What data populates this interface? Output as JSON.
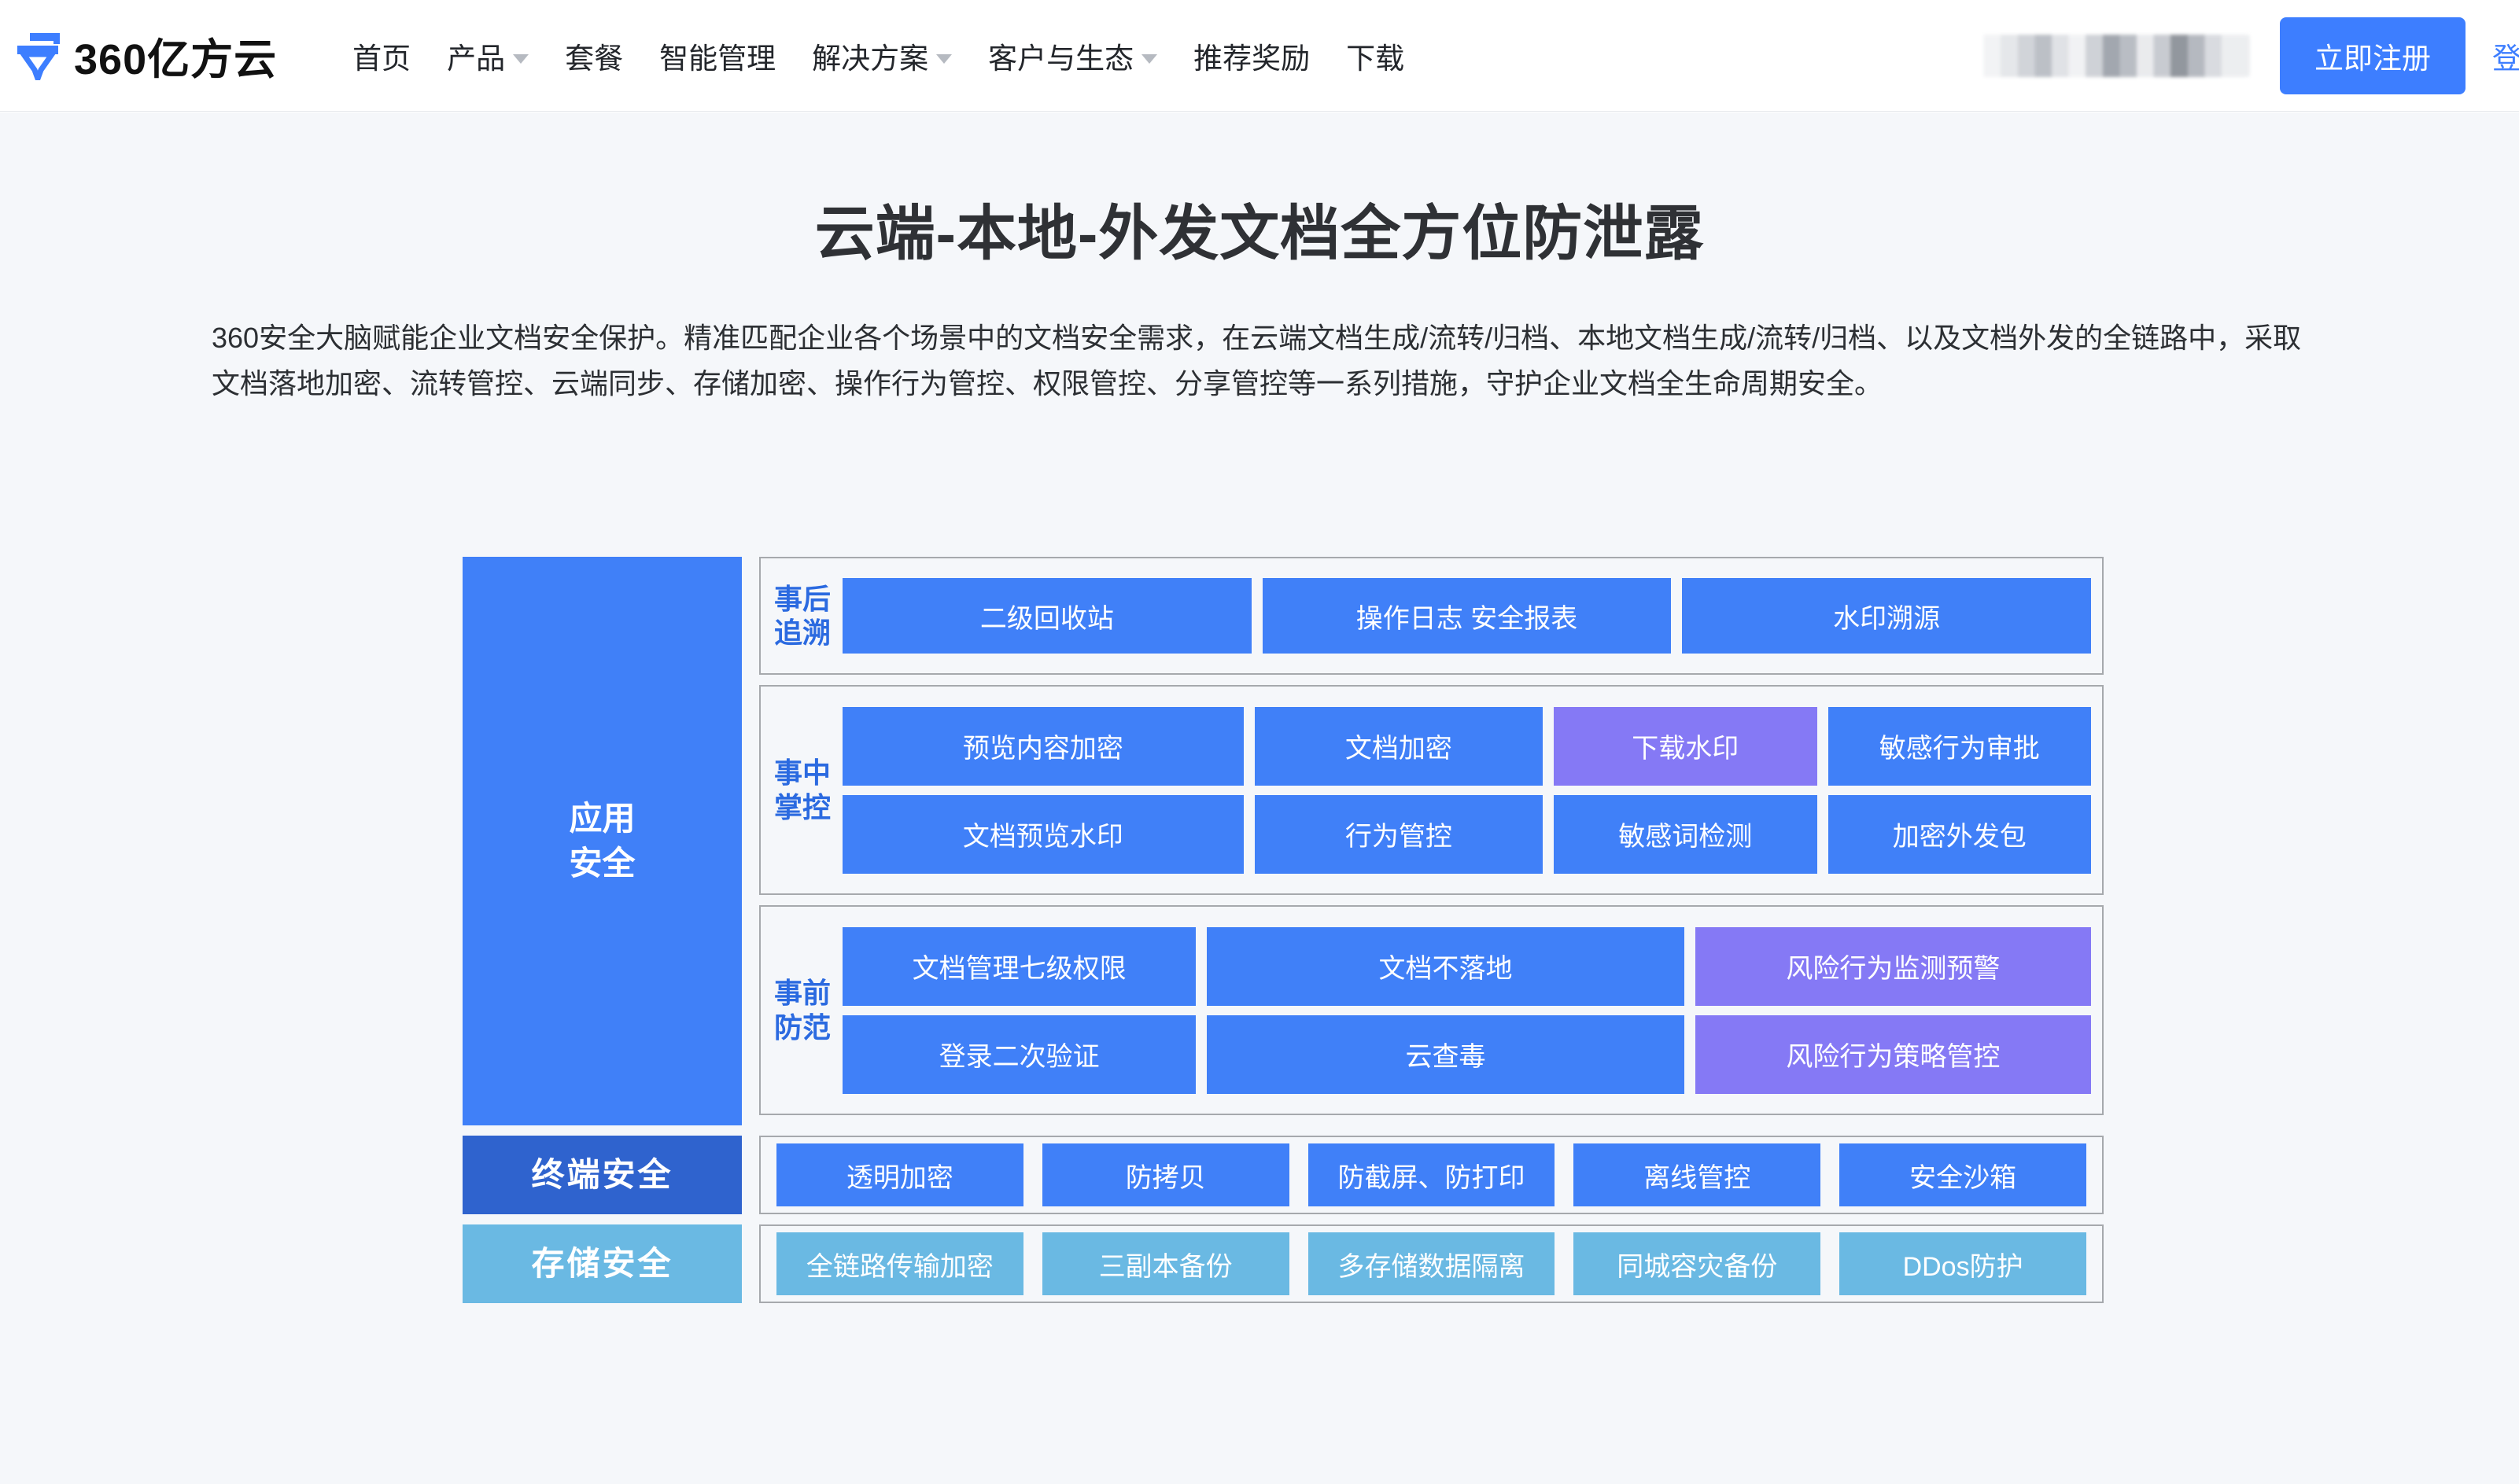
{
  "nav": {
    "brand_name": "360亿方云",
    "logo_icon": "yifangyun-logo-icon",
    "items": [
      {
        "label": "首页",
        "has_caret": false
      },
      {
        "label": "产品",
        "has_caret": true
      },
      {
        "label": "套餐",
        "has_caret": false
      },
      {
        "label": "智能管理",
        "has_caret": false
      },
      {
        "label": "解决方案",
        "has_caret": true
      },
      {
        "label": "客户与生态",
        "has_caret": true
      },
      {
        "label": "推荐奖励",
        "has_caret": false
      },
      {
        "label": "下载",
        "has_caret": false
      }
    ],
    "signup_label": "立即注册",
    "login_label": "登录",
    "accent_color": "#3d7eff"
  },
  "hero": {
    "title": "云端-本地-外发文档全方位防泄露",
    "description": "360安全大脑赋能企业文档安全保护。精准匹配企业各个场景中的文档安全需求，在云端文档生成/流转/归档、本地文档生成/流转/归档、以及文档外发的全链路中，采取文档落地加密、流转管控、云端同步、存储加密、操作行为管控、权限管控、分享管控等一系列措施，守护企业文档全生命周期安全。"
  },
  "diagram": {
    "colors": {
      "blue": "#4080f8",
      "dark_blue": "#2f63ce",
      "light_blue": "#6ab9e3",
      "purple": "#8579f5",
      "panel_border": "#a6a9ad",
      "panel_bg": "#f5f7fa"
    },
    "application_security": {
      "category_label": "应用\n安全",
      "category_label_line1": "应用",
      "category_label_line2": "安全",
      "stages": [
        {
          "label_line1": "事后",
          "label_line2": "追溯",
          "rows": [
            [
              {
                "label": "二级回收站",
                "color": "blue",
                "flex": 1.44
              },
              {
                "label": "操作日志   安全报表",
                "color": "blue",
                "flex": 1.44
              },
              {
                "label": "水印溯源",
                "color": "blue",
                "flex": 1.44
              }
            ]
          ]
        },
        {
          "label_line1": "事中",
          "label_line2": "掌控",
          "rows": [
            [
              {
                "label": "预览内容加密",
                "color": "blue"
              },
              {
                "label": "文档加密",
                "color": "blue"
              },
              {
                "label": "下载水印",
                "color": "purple"
              },
              {
                "label": "敏感行为审批",
                "color": "blue"
              }
            ],
            [
              {
                "label": "文档预览水印",
                "color": "blue"
              },
              {
                "label": "行为管控",
                "color": "blue"
              },
              {
                "label": "敏感词检测",
                "color": "blue"
              },
              {
                "label": "加密外发包",
                "color": "blue"
              }
            ]
          ]
        },
        {
          "label_line1": "事前",
          "label_line2": "防范",
          "rows": [
            [
              {
                "label": "文档管理七级权限",
                "color": "blue"
              },
              {
                "label": "文档不落地",
                "color": "blue"
              },
              {
                "label": "风险行为监测预警",
                "color": "purple"
              }
            ],
            [
              {
                "label": "登录二次验证",
                "color": "blue"
              },
              {
                "label": "云查毒",
                "color": "blue"
              },
              {
                "label": "风险行为策略管控",
                "color": "purple"
              }
            ]
          ]
        }
      ]
    },
    "endpoint_security": {
      "category_label": "终端安全",
      "tiles": [
        {
          "label": "透明加密",
          "color": "blue"
        },
        {
          "label": "防拷贝",
          "color": "blue"
        },
        {
          "label": "防截屏、防打印",
          "color": "blue"
        },
        {
          "label": "离线管控",
          "color": "blue"
        },
        {
          "label": "安全沙箱",
          "color": "blue"
        }
      ]
    },
    "storage_security": {
      "category_label": "存储安全",
      "tiles": [
        {
          "label": "全链路传输加密",
          "color": "lightblue"
        },
        {
          "label": "三副本备份",
          "color": "lightblue"
        },
        {
          "label": "多存储数据隔离",
          "color": "lightblue"
        },
        {
          "label": "同城容灾备份",
          "color": "lightblue"
        },
        {
          "label": "DDos防护",
          "color": "lightblue"
        }
      ]
    }
  }
}
